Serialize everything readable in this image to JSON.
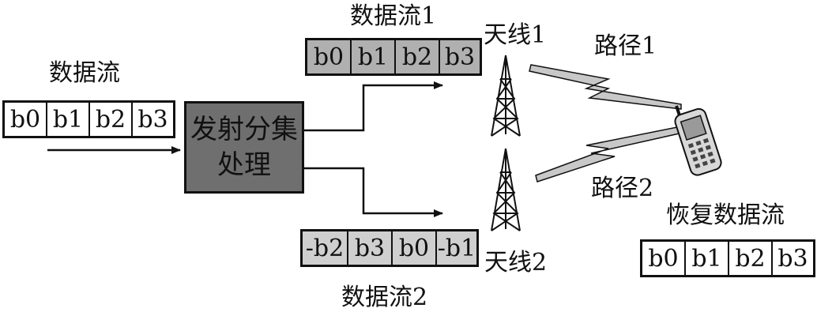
{
  "input": {
    "title": "数据流",
    "cells": [
      "b0",
      "b1",
      "b2",
      "b3"
    ]
  },
  "processor": {
    "line1": "发射分集",
    "line2": "处理"
  },
  "stream1": {
    "title": "数据流1",
    "cells": [
      "b0",
      "b1",
      "b2",
      "b3"
    ]
  },
  "stream2": {
    "title": "数据流2",
    "cells": [
      "-b2",
      "b3",
      "b0",
      "-b1"
    ]
  },
  "antenna1": {
    "label": "天线1"
  },
  "antenna2": {
    "label": "天线2"
  },
  "path1": {
    "label": "路径1"
  },
  "path2": {
    "label": "路径2"
  },
  "output": {
    "title": "恢复数据流",
    "cells": [
      "b0",
      "b1",
      "b2",
      "b3"
    ]
  },
  "colors": {
    "processor": "#6f6f6f",
    "stream1": "#b0b0b0",
    "stream2": "#cfcfcf",
    "path": "#c8c8c8"
  },
  "icons": [
    "antenna-tower-icon",
    "mobile-phone-icon",
    "lightning-path-icon"
  ]
}
